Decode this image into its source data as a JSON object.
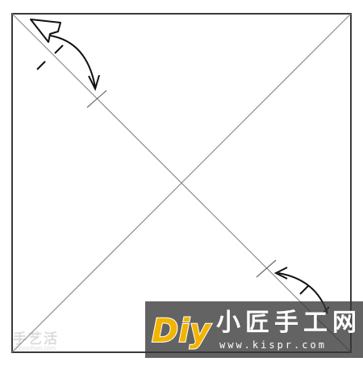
{
  "diagram": {
    "stroke_color": "#8c8c8c",
    "border_color": "#3a3a3a",
    "arrow_color": "#111111"
  },
  "watermark": {
    "logo_text": "Diy",
    "title": "小匠手工网",
    "url": "www.kispr.com",
    "banner_color": "#373737",
    "logo_color": "#f2b400"
  },
  "corner_mark": {
    "text": "手艺活",
    "sub": "shouyihuo.com"
  }
}
